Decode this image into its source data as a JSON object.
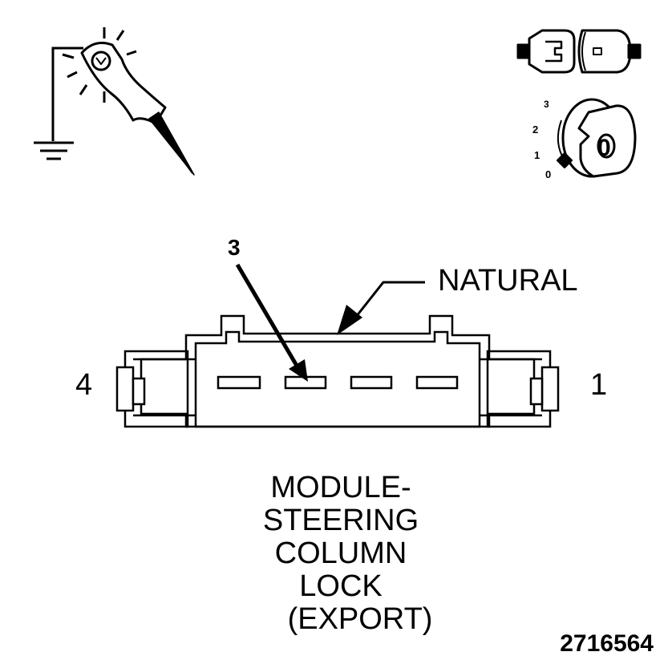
{
  "test_light": {
    "icon": "test-light-probe-icon"
  },
  "ground": {
    "icon": "ground-symbol-icon"
  },
  "connector_state": {
    "icon": "disconnected-connector-icon"
  },
  "ignition": {
    "icon": "ignition-key-icon",
    "positions": [
      "3",
      "2",
      "1",
      "0"
    ],
    "key_label": "0"
  },
  "connector": {
    "color_label": "NATURAL",
    "pin_callout": "3",
    "end_left": "4",
    "end_right": "1"
  },
  "caption": {
    "lines": [
      "MODULE-",
      "STEERING",
      "COLUMN",
      "LOCK",
      "(EXPORT)"
    ]
  },
  "figure_number": "2716564",
  "colors": {
    "ink": "#000000",
    "paper": "#ffffff"
  }
}
